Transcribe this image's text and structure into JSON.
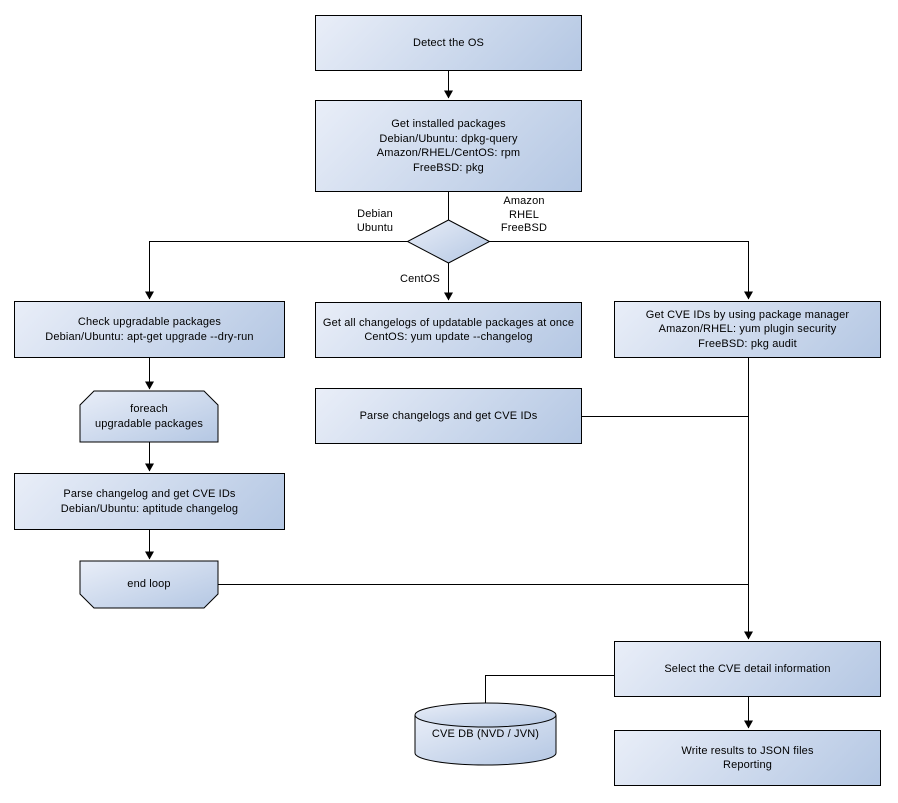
{
  "canvas": {
    "background": "#ffffff",
    "node_fill_light": "#e9eef8",
    "node_fill_dark": "#b4c7e3",
    "node_stroke": "#000000",
    "connector_color": "#000000"
  },
  "nodes": {
    "detect_os": {
      "lines": [
        "Detect the OS"
      ]
    },
    "get_installed_packages": {
      "lines": [
        "Get installed packages",
        "Debian/Ubuntu: dpkg-query",
        "Amazon/RHEL/CentOS: rpm",
        "FreeBSD: pkg"
      ]
    },
    "check_upgradable_packages": {
      "lines": [
        "Check upgradable packages",
        "Debian/Ubuntu: apt-get upgrade --dry-run"
      ]
    },
    "foreach_loop_start": {
      "lines": [
        "foreach",
        "upgradable  packages"
      ]
    },
    "parse_changelog_get_cve": {
      "lines": [
        "Parse changelog and get  CVE IDs",
        "Debian/Ubuntu: aptitude changelog"
      ]
    },
    "end_loop": {
      "lines": [
        "end loop"
      ]
    },
    "get_all_changelogs": {
      "lines": [
        "Get all changelogs of updatable packages at once",
        "CentOS: yum update --changelog"
      ]
    },
    "parse_changelogs_get_cve": {
      "lines": [
        "Parse changelogs and get CVE IDs"
      ]
    },
    "get_cve_by_pkg_manager": {
      "lines": [
        "Get CVE IDs by using package manager",
        "Amazon/RHEL: yum plugin security",
        "FreeBSD: pkg audit"
      ]
    },
    "select_cve_detail": {
      "lines": [
        "Select the CVE detail information"
      ]
    },
    "cve_db": {
      "lines": [
        "CVE DB (NVD / JVN)"
      ]
    },
    "write_results": {
      "lines": [
        "Write results to JSON files",
        "Reporting"
      ]
    }
  },
  "edge_labels": {
    "debian_ubuntu": {
      "lines": [
        "Debian",
        "Ubuntu"
      ]
    },
    "amazon_rhel_freebsd": {
      "lines": [
        "Amazon",
        "RHEL",
        "FreeBSD"
      ]
    },
    "centos": {
      "lines": [
        "CentOS"
      ]
    }
  }
}
